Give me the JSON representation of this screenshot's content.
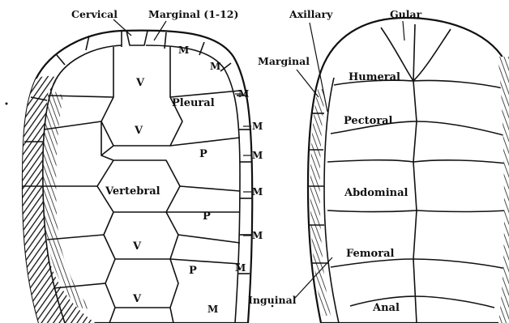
{
  "carapace": {
    "labels": {
      "cervical": "Cervical",
      "marginal_range": "Marginal (1-12)",
      "pleural": "Pleural",
      "vertebral": "Vertebral",
      "v": "V",
      "p": "P",
      "m": "M"
    }
  },
  "plastron": {
    "labels": {
      "axillary": "Axillary",
      "gular": "Gular",
      "marginal": "Marginal",
      "humeral": "Humeral",
      "pectoral": "Pectoral",
      "abdominal": "Abdominal",
      "femoral": "Femoral",
      "inguinal": "Inguinal",
      "anal": "Anal"
    }
  }
}
